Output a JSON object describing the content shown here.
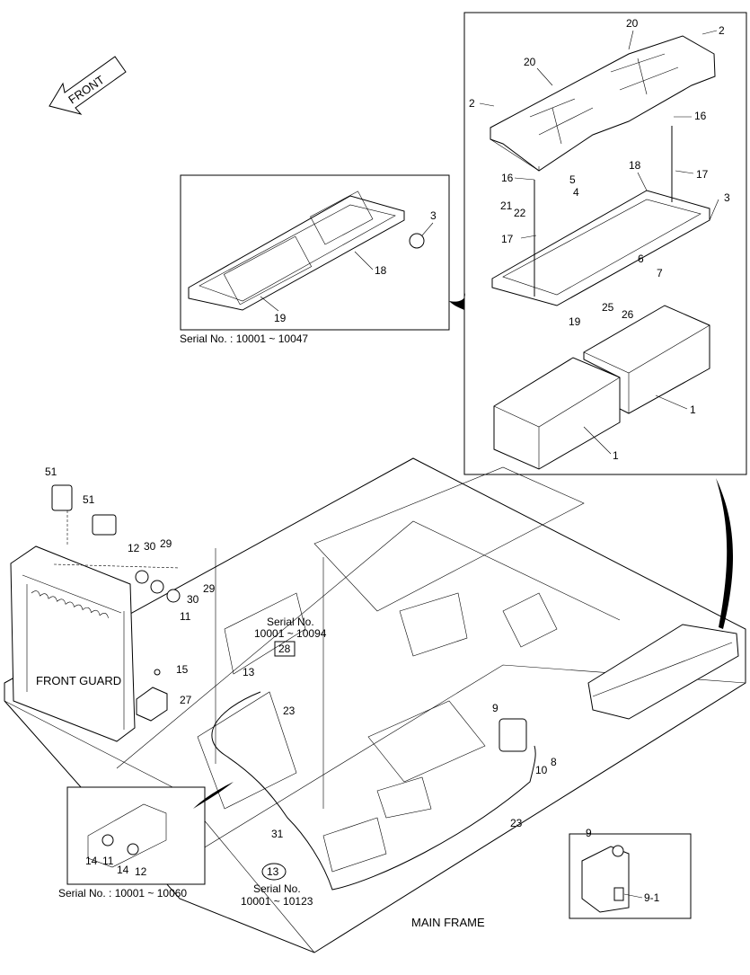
{
  "front_arrow": {
    "text": "FRONT"
  },
  "labels": {
    "front_guard": "FRONT GUARD",
    "main_frame": "MAIN FRAME",
    "serial_top_left_panel": "Serial No. : 10001 ~ 10047",
    "serial_bottom_left_panel": "Serial No. : 10001 ~ 10060",
    "serial_28_line1": "Serial No.",
    "serial_28_line2": "10001 ~ 10094",
    "serial_13_line1": "Serial No.",
    "serial_13_line2": "10001 ~ 10123"
  },
  "callouts": {
    "p20a": "20",
    "p20b": "20",
    "p2a": "2",
    "p2b": "2",
    "p16a": "16",
    "p16b": "16",
    "p18a": "18",
    "p17a": "17",
    "p17b": "17",
    "p5": "5",
    "p4": "4",
    "p21": "21",
    "p22": "22",
    "p3a": "3",
    "p3b": "3",
    "p6": "6",
    "p7": "7",
    "p25": "25",
    "p26": "26",
    "p19a": "19",
    "p1a": "1",
    "p1b": "1",
    "p18b": "18",
    "p19b": "19",
    "p51a": "51",
    "p51b": "51",
    "p12a": "12",
    "p30a": "30",
    "p29a": "29",
    "p29b": "29",
    "p30b": "30",
    "p11a": "11",
    "p15": "15",
    "p27": "27",
    "p28": "28",
    "p13a": "13",
    "p23a": "23",
    "p9a": "9",
    "p10": "10",
    "p8": "8",
    "p23b": "23",
    "p31": "31",
    "p13b": "13",
    "p14a": "14",
    "p11b": "11",
    "p14b": "14",
    "p12b": "12",
    "p9b": "9",
    "p91": "9-1"
  }
}
